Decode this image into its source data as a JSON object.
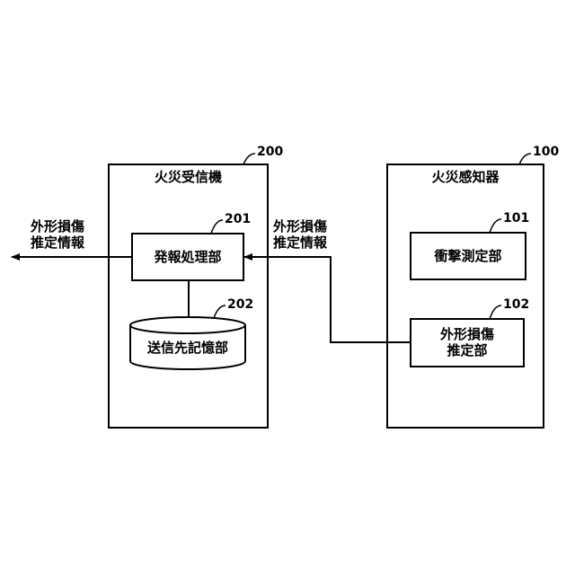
{
  "receiver": {
    "ref": "200",
    "title": "火災受信機",
    "processor": {
      "ref": "201",
      "label": "発報処理部"
    },
    "storage": {
      "ref": "202",
      "label": "送信先記憶部"
    }
  },
  "detector": {
    "ref": "100",
    "title": "火災感知器",
    "impact": {
      "ref": "101",
      "label": "衝撃測定部"
    },
    "estimator": {
      "ref": "102",
      "line1": "外形損傷",
      "line2": "推定部"
    }
  },
  "outgoing_info": {
    "line1": "外形損傷",
    "line2": "推定情報"
  },
  "incoming_info": {
    "line1": "外形損傷",
    "line2": "推定情報"
  }
}
